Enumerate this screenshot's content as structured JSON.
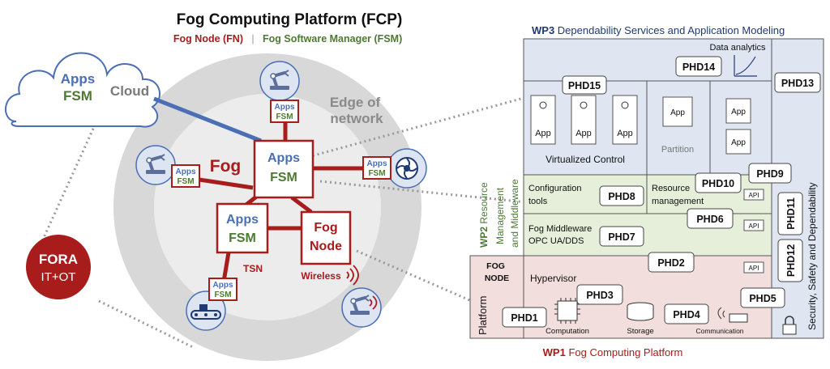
{
  "title": "Fog Computing Platform (FCP)",
  "subtitle_fn": "Fog Node (FN)",
  "subtitle_sep": "|",
  "subtitle_fsm": "Fog Software Manager (FSM)",
  "cloud": {
    "apps": "Apps",
    "fsm": "FSM",
    "label": "Cloud"
  },
  "edge": {
    "line1": "Edge of",
    "line2": "network"
  },
  "fog_label": "Fog",
  "apps": "Apps",
  "fsm": "FSM",
  "fognode": {
    "line1": "Fog",
    "line2": "Node"
  },
  "tsn": "TSN",
  "wireless": "Wireless",
  "fora": {
    "line1": "FORA",
    "line2": "IT+OT"
  },
  "wp3": {
    "prefix": "WP3",
    "text": " Dependability Services and Application Modeling"
  },
  "wp2": {
    "prefix": "WP2",
    "line1": " Resource",
    "line2": "Management",
    "line3": "and Middleware"
  },
  "wp1": {
    "prefix": "WP1",
    "text": " Fog Computing Platform"
  },
  "platform": "Platform",
  "security": "Security, Safety and Dependability",
  "data_analytics": "Data analytics",
  "virtualized_control": "Virtualized Control",
  "partition": "Partition",
  "app": "App",
  "config_tools": {
    "line1": "Configuration",
    "line2": "tools"
  },
  "resource_mgmt": {
    "line1": "Resource",
    "line2": "management"
  },
  "fog_middleware": {
    "line1": "Fog Middleware",
    "line2": "OPC UA/DDS"
  },
  "fog_node_box": {
    "line1": "FOG",
    "line2": "NODE"
  },
  "hypervisor": "Hypervisor",
  "api": "API",
  "computation": "Computation",
  "storage": "Storage",
  "communication": "Communication",
  "phd": {
    "phd1": "PHD1",
    "phd2": "PHD2",
    "phd3": "PHD3",
    "phd4": "PHD4",
    "phd5": "PHD5",
    "phd6": "PHD6",
    "phd7": "PHD7",
    "phd8": "PHD8",
    "phd9": "PHD9",
    "phd10": "PHD10",
    "phd11": "PHD11",
    "phd12": "PHD12",
    "phd13": "PHD13",
    "phd14": "PHD14",
    "phd15": "PHD15"
  },
  "colors": {
    "red": "#a81c1c",
    "blue": "#4a6fb5",
    "green": "#4d7a33",
    "navy": "#1f3a73",
    "wp3_bg": "#dfe6f2",
    "wp2_bg": "#e6efd9",
    "wp1_bg": "#f3dede"
  }
}
